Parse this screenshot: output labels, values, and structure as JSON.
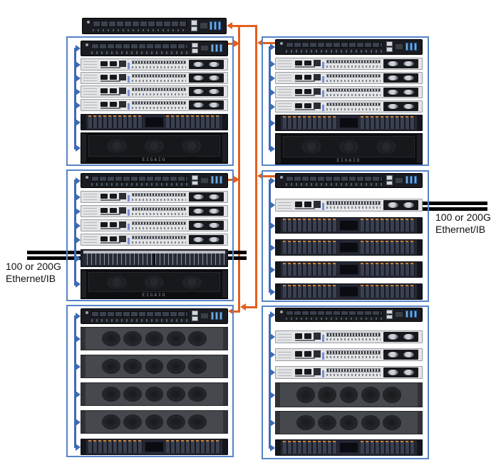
{
  "labels": {
    "left_link": {
      "line1": "100 or 200G",
      "line2": "Ethernet/IB"
    },
    "right_link": {
      "line1": "100 or 200G",
      "line2": "Ethernet/IB"
    }
  },
  "decal_text": "EIGAIO",
  "colors": {
    "group_border": "#5584c8",
    "blue_arrow": "#3e6ab3",
    "orange_uplink": "#e2601f",
    "link_cable": "#000000"
  },
  "spine_switch": {
    "type": "switch"
  },
  "device_legend": {
    "switch": "ethernet-switch-1u",
    "server": "server-1u",
    "drive2u": "drive-shelf-2u",
    "jbod": "jbod-enclosure-2u",
    "array25": "flash-drive-shelf-2u",
    "ovalbox": "dense-storage-enclosure-2u",
    "bigunit": "storage-appliance-4u"
  },
  "groups": [
    {
      "id": "left-1",
      "devices": [
        "switch",
        "server",
        "server",
        "server",
        "server",
        "drive2u",
        "bigunit"
      ]
    },
    {
      "id": "left-2",
      "devices": [
        "switch",
        "server",
        "server",
        "server",
        "server",
        "array25",
        "bigunit"
      ]
    },
    {
      "id": "left-3",
      "devices": [
        "switch",
        "ovalbox",
        "ovalbox",
        "ovalbox",
        "ovalbox",
        "drive2u"
      ]
    },
    {
      "id": "right-1",
      "devices": [
        "switch",
        "server",
        "server",
        "server",
        "server",
        "drive2u",
        "bigunit"
      ]
    },
    {
      "id": "right-2",
      "devices": [
        "switch",
        "server",
        "jbod",
        "jbod",
        "jbod",
        "jbod"
      ]
    },
    {
      "id": "right-3",
      "devices": [
        "switch",
        "server",
        "server",
        "server",
        "ovalbox",
        "ovalbox",
        "drive2u"
      ]
    }
  ]
}
